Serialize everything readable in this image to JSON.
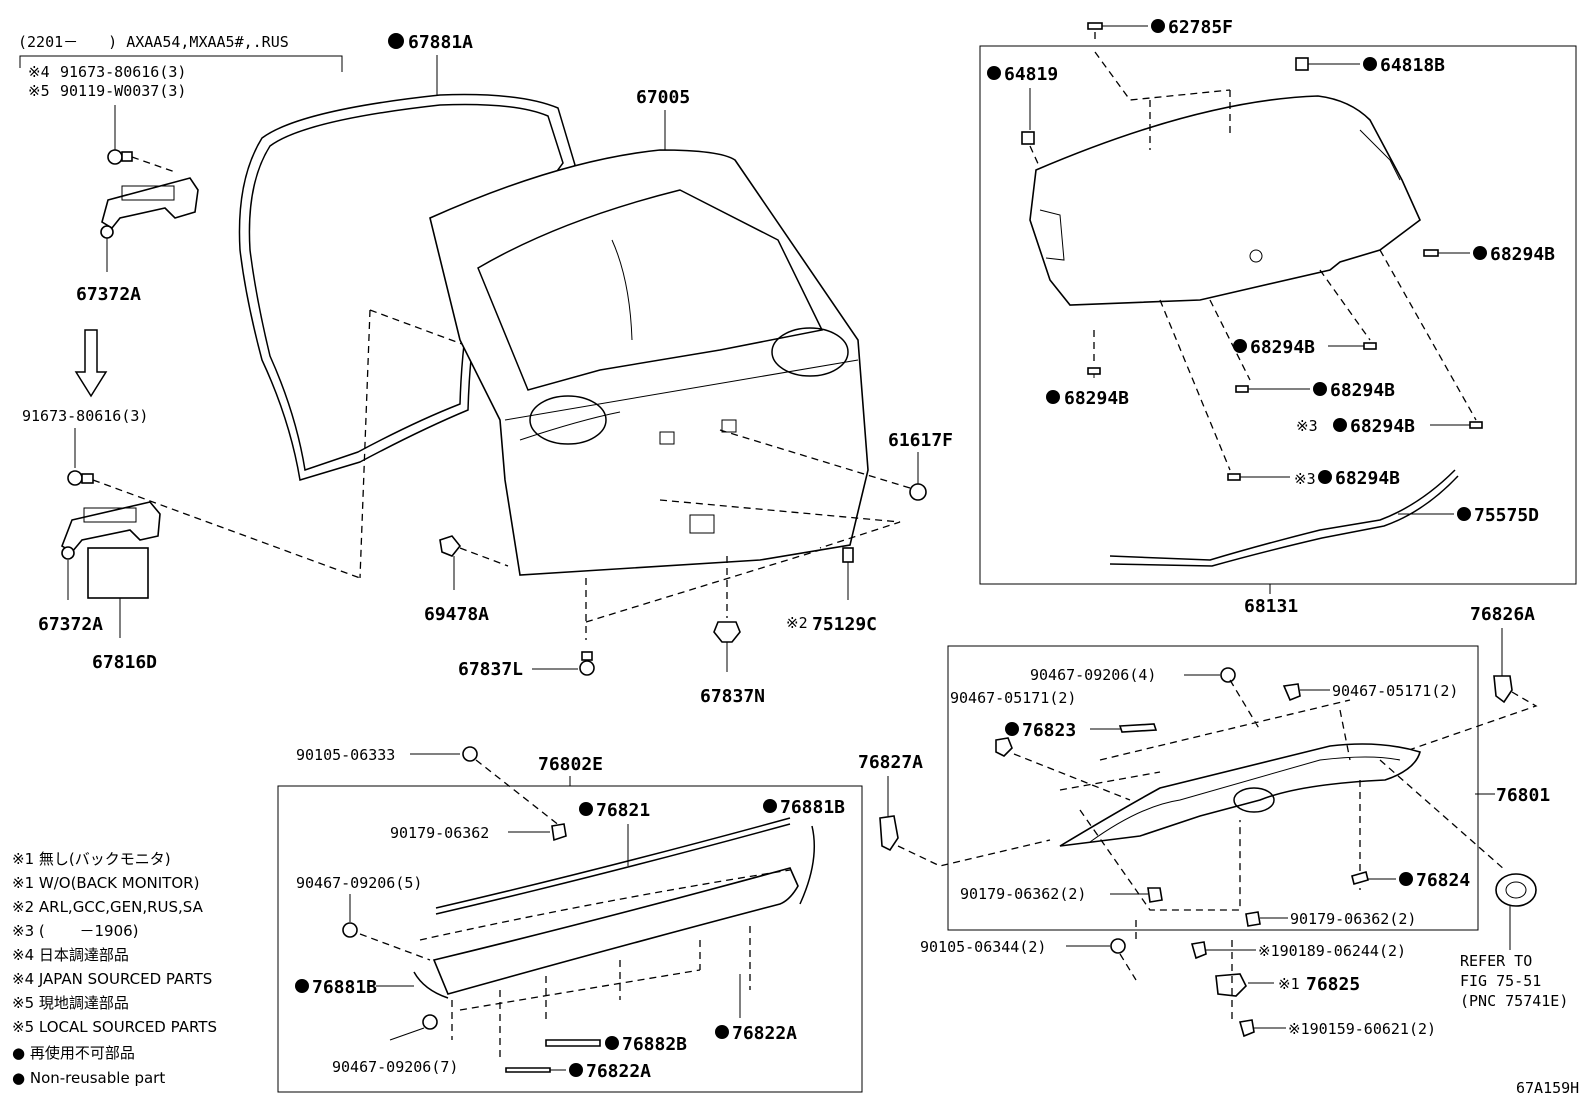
{
  "header_note": {
    "range": "(2201－　　) AXAA54,MXAA5#,.RUS",
    "sub1_mark": "※4",
    "sub1": "91673-80616(3)",
    "sub2_mark": "※5",
    "sub2": "90119-W0037(3)"
  },
  "labels": {
    "p67881A": "67881A",
    "p67005": "67005",
    "p67372A_top": "67372A",
    "p91673": "91673-80616(3)",
    "p67372A_bottom": "67372A",
    "p67816D": "67816D",
    "p69478A": "69478A",
    "p67837L": "67837L",
    "p67837N": "67837N",
    "p61617F": "61617F",
    "p75129C": "75129C",
    "p75129C_mark": "※2",
    "p62785F": "62785F",
    "p64819": "64819",
    "p64818B": "64818B",
    "p68294B_1": "68294B",
    "p68294B_2": "68294B",
    "p68294B_3": "68294B",
    "p68294B_4": "68294B",
    "p68294B_5": "68294B",
    "p68294B_6": "68294B",
    "p68294B_5_mark": "※3",
    "p68294B_6_mark": "※3",
    "p75575D": "75575D",
    "p68131": "68131",
    "p76826A": "76826A",
    "p90467_09206_4": "90467-09206(4)",
    "p90467_05171_2a": "90467-05171(2)",
    "p90467_05171_2b": "90467-05171(2)",
    "p76823": "76823",
    "p76801": "76801",
    "p76827A": "76827A",
    "p90179_06362_2a": "90179-06362(2)",
    "p90179_06362_2b": "90179-06362(2)",
    "p76824": "76824",
    "p90105_06344": "90105-06344(2)",
    "p90189": "※190189-06244(2)",
    "p76825": "76825",
    "p76825_mark": "※1",
    "p90159": "※190159-60621(2)",
    "refer1": "REFER TO",
    "refer2": "FIG 75-51",
    "refer3": "(PNC 75741E)",
    "p90105_06333": "90105-06333",
    "p76802E": "76802E",
    "p76821": "76821",
    "p76881B_a": "76881B",
    "p76881B_b": "76881B",
    "p90179_06362": "90179-06362",
    "p90467_09206_5": "90467-09206(5)",
    "p90467_09206_7": "90467-09206(7)",
    "p76882B": "76882B",
    "p76822A_a": "76822A",
    "p76822A_b": "76822A",
    "figure_id": "67A159H"
  },
  "legend": [
    "※1 無し(バックモニタ)",
    "※1 W/O(BACK MONITOR)",
    "※2 ARL,GCC,GEN,RUS,SA",
    "※3 (　　 －1906)",
    "※4 日本調達部品",
    "※4 JAPAN SOURCED PARTS",
    "※5 現地調達部品",
    "※5 LOCAL SOURCED PARTS",
    "● 再使用不可部品",
    "● Non-reusable part"
  ]
}
